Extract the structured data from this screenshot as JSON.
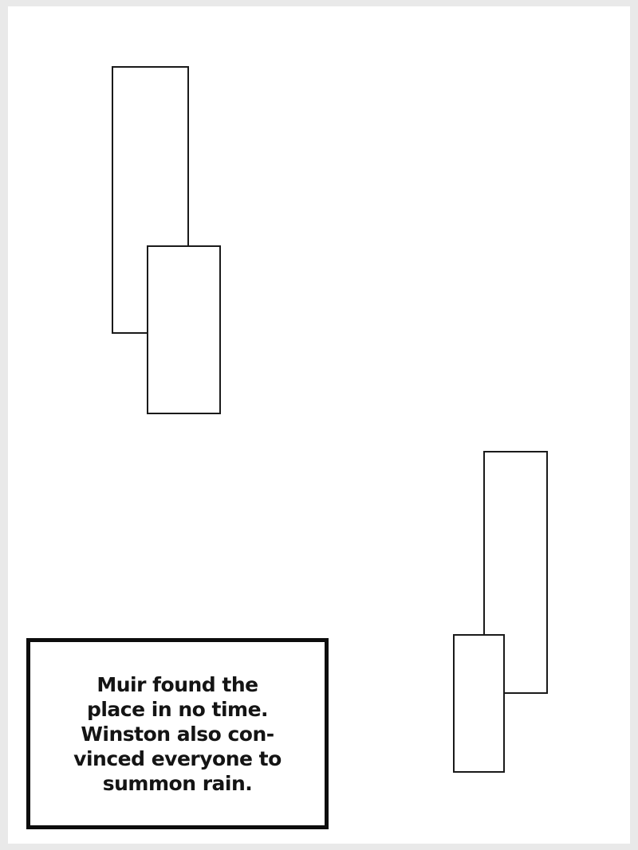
{
  "page": {
    "background_color": "#ffffff",
    "margin_color": "#e9e9e9",
    "panel_border_color": "#1a1a1a",
    "caption_border_color": "#0d0d0d",
    "text_color": "#141414"
  },
  "caption": {
    "lines": [
      "Muir found the",
      "place in no time.",
      "Winston also con-",
      "vinced everyone to",
      "summon rain."
    ]
  }
}
